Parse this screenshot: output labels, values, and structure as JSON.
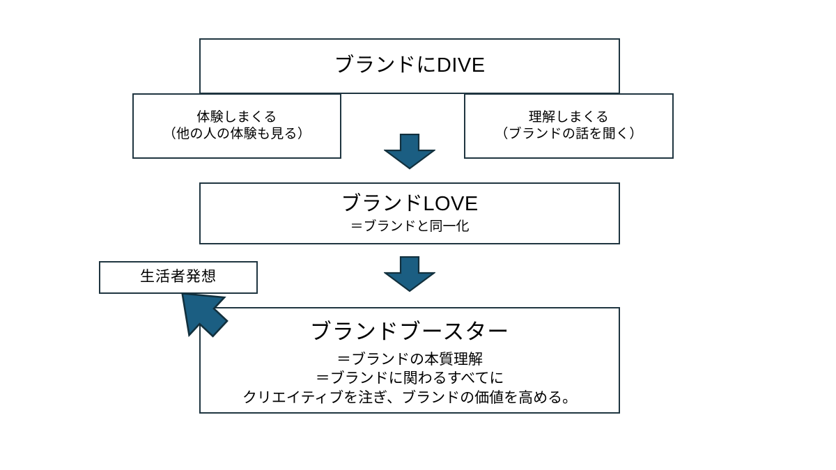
{
  "palette": {
    "box_border": "#1f3540",
    "box_fill": "#ffffff",
    "arrow_fill": "#1b5e82",
    "arrow_stroke": "#12303d",
    "page_background": "#ffffff",
    "text": "#000000"
  },
  "diagram": {
    "type": "flowchart",
    "orientation": "vertical",
    "nodes": {
      "dive": {
        "title": "ブランドにDIVE"
      },
      "experience": {
        "line1": "体験しまくる",
        "line2": "（他の人の体験も見る）"
      },
      "understand": {
        "line1": "理解しまくる",
        "line2": "（ブランドの話を聞く）"
      },
      "love": {
        "title": "ブランドLOVE",
        "definition": "＝ブランドと同一化"
      },
      "idea": {
        "label": "生活者発想"
      },
      "booster": {
        "title": "ブランドブースター",
        "definition_line1": "＝ブランドの本質理解",
        "definition_line2": "＝ブランドに関わるすべてに",
        "definition_line3": "クリエイティブを注ぎ、ブランドの価値を高める。"
      }
    },
    "connectors": [
      {
        "name": "arrow-dive-to-love",
        "icon": "down-block-arrow-icon",
        "from": "dive",
        "to": "love"
      },
      {
        "name": "arrow-love-to-booster",
        "icon": "down-block-arrow-icon",
        "from": "love",
        "to": "booster"
      },
      {
        "name": "arrow-idea-to-booster",
        "icon": "diagonal-block-arrow-icon",
        "from": "idea",
        "to": "booster"
      }
    ]
  }
}
